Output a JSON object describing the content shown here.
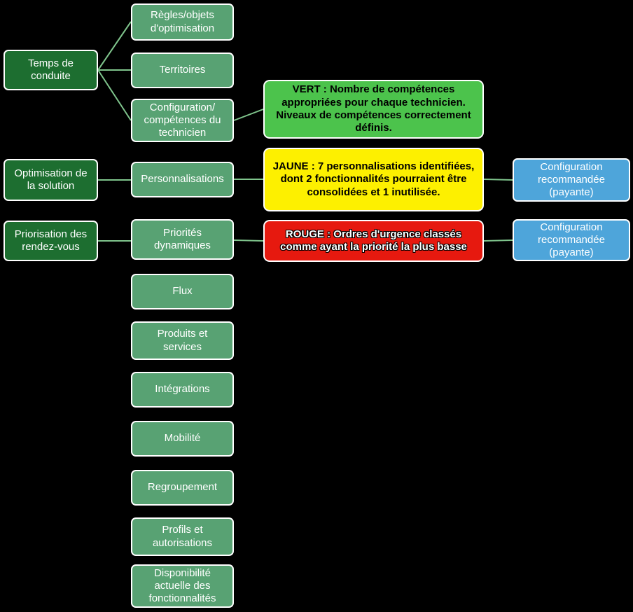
{
  "colors": {
    "background": "#000000",
    "left_node_fill": "#1d6e30",
    "mid_node_fill": "#58a273",
    "callout_green_fill": "#4cc34c",
    "callout_yellow_fill": "#fdf000",
    "callout_red_fill": "#e6190f",
    "blue_node_fill": "#4ea5da",
    "connector_stroke": "#7fc48c",
    "node_border": "#ffffff"
  },
  "diagram": {
    "left_nodes": [
      {
        "label": "Temps de\nconduite"
      },
      {
        "label": "Optimisation de\nla solution"
      },
      {
        "label": "Priorisation des\nrendez-vous"
      }
    ],
    "middle_nodes": [
      {
        "label": "Règles/objets\nd'optimisation"
      },
      {
        "label": "Territoires"
      },
      {
        "label": "Configuration/\ncompétences du\ntechnicien"
      },
      {
        "label": "Personnalisations"
      },
      {
        "label": "Priorités\ndynamiques"
      },
      {
        "label": "Flux"
      },
      {
        "label": "Produits et\nservices"
      },
      {
        "label": "Intégrations"
      },
      {
        "label": "Mobilité"
      },
      {
        "label": "Regroupement"
      },
      {
        "label": "Profils et\nautorisations"
      },
      {
        "label": "Disponibilité\nactuelle des\nfonctionnalités"
      }
    ],
    "callouts": [
      {
        "name": "vert",
        "label": "VERT : Nombre de compétences appropriées pour chaque technicien. Niveaux de compétences correctement définis."
      },
      {
        "name": "jaune",
        "label": "JAUNE : 7 personnalisations identifiées, dont 2 fonctionnalités pourraient être consolidées et 1 inutilisée."
      },
      {
        "name": "rouge",
        "label": "ROUGE : Ordres d'urgence classés comme ayant la priorité la plus basse"
      }
    ],
    "right_nodes": [
      {
        "label": "Configuration\nrecommandée\n(payante)"
      },
      {
        "label": "Configuration\nrecommandée\n(payante)"
      }
    ]
  }
}
